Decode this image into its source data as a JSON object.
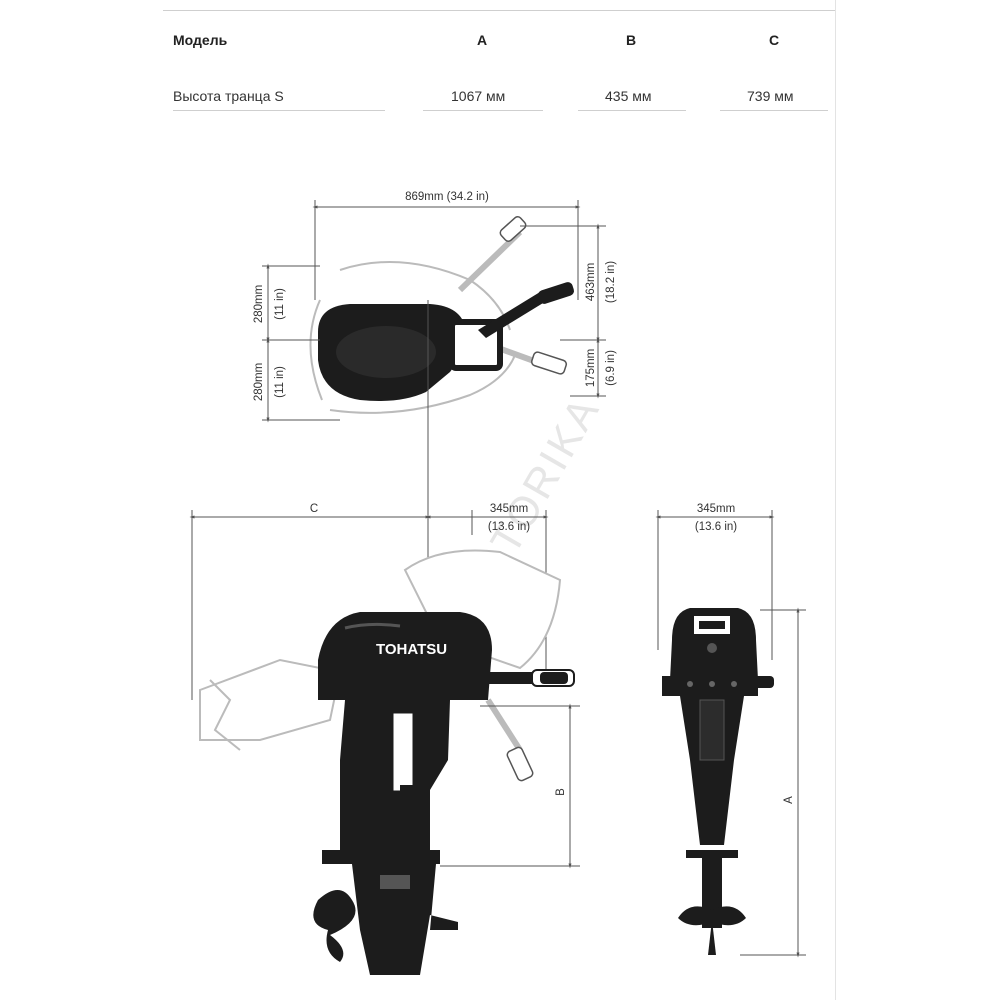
{
  "table": {
    "headers": [
      "Модель",
      "A",
      "B",
      "C"
    ],
    "row": {
      "label": "Высота транца S",
      "a": "1067 мм",
      "b": "435 мм",
      "c": "739 мм"
    }
  },
  "diagram": {
    "top_view": {
      "width_label": "869mm (34.2 in)",
      "left_upper_mm": "280mm",
      "left_upper_in": "(11 in)",
      "left_lower_mm": "280mm",
      "left_lower_in": "(11 in)",
      "right_upper_mm": "463mm",
      "right_upper_in": "(18.2 in)",
      "right_lower_mm": "175mm",
      "right_lower_in": "(6.9 in)"
    },
    "side_view": {
      "c_label": "C",
      "offset_mm": "345mm",
      "offset_in": "(13.6 in)",
      "b_label": "B",
      "brand": "TOHATSU"
    },
    "rear_view": {
      "width_mm": "345mm",
      "width_in": "(13.6 in)",
      "a_label": "A"
    },
    "watermark": "VIDOMOTORIKA",
    "colors": {
      "engine": "#1c1c1c",
      "ghost": "#bdbdbd",
      "dim_line": "#555555"
    }
  }
}
